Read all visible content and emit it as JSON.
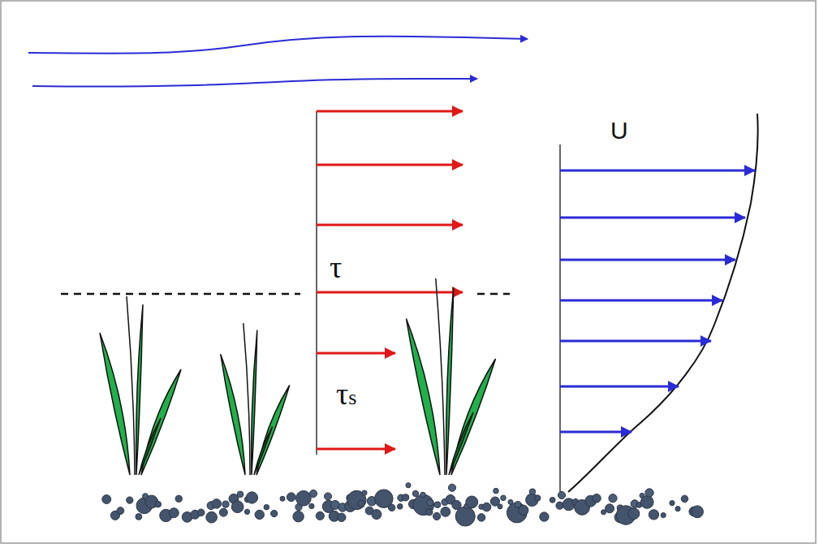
{
  "diagram": {
    "labels": [
      "U",
      "τ",
      "τs"
    ]
  }
}
